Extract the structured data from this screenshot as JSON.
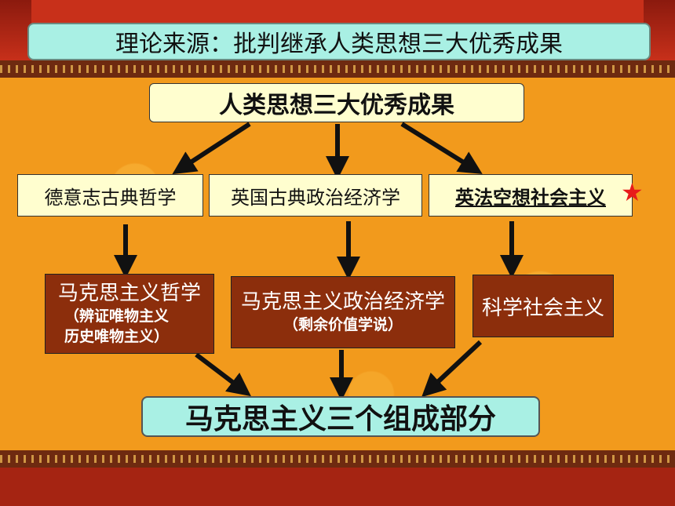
{
  "header": {
    "title": "理论来源：批判继承人类思想三大优秀成果"
  },
  "source": {
    "label": "人类思想三大优秀成果"
  },
  "sources": [
    {
      "label": "德意志古典哲学"
    },
    {
      "label": "英国古典政治经济学"
    },
    {
      "label": "英法空想社会主义"
    }
  ],
  "components": [
    {
      "title": "马克思主义哲学",
      "sub1": "（辨证唯物主义",
      "sub2": "历史唯物主义）"
    },
    {
      "title": "马克思主义政治经济学",
      "sub1": "（剩余价值学说）"
    },
    {
      "title": "科学社会主义"
    }
  ],
  "result": {
    "label": "马克思主义三个组成部分"
  },
  "colors": {
    "header_bg": "#a9f0e4",
    "cream": "#fffecf",
    "brown": "#8c2e0c",
    "panel": "#f29a1c",
    "star": "#e81b1b"
  }
}
